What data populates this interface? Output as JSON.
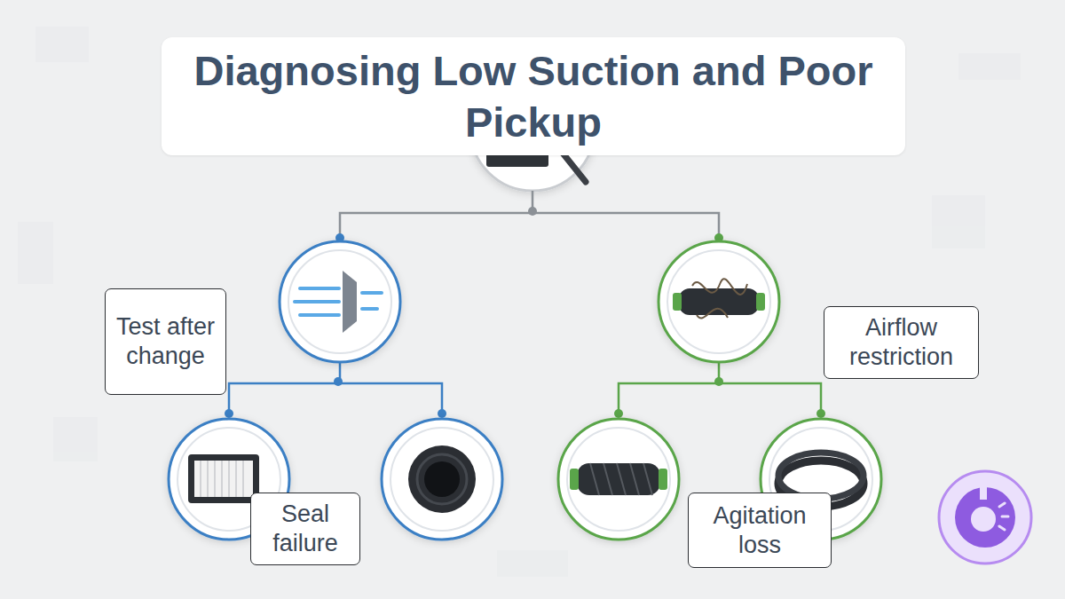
{
  "diagram": {
    "title": "Diagnosing Low Suction and Poor Pickup",
    "nodes": [
      {
        "text": [
          "Test after change"
        ]
      },
      {
        "text": [
          "Airflow restriction"
        ]
      },
      {
        "text": [
          "Seal failure"
        ]
      },
      {
        "text": [
          "Agitation loss"
        ]
      }
    ]
  }
}
